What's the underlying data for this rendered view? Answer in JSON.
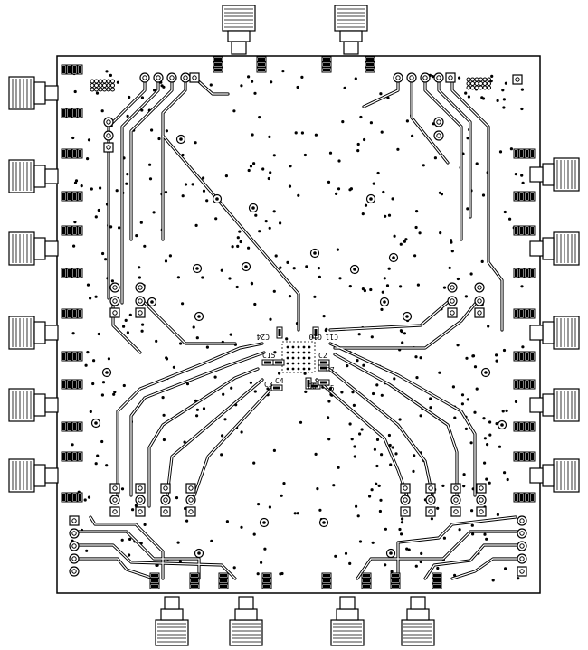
{
  "board": {
    "labels": {
      "c10": "C10",
      "c24": "C24",
      "c11": "C11",
      "c15": "C15",
      "c4": "C4",
      "c3": "C3",
      "c2": "C2",
      "c7": "C7",
      "c6": "C6",
      "c5": "C5"
    }
  },
  "colors": {
    "ink": "#000000",
    "paper": "#ffffff",
    "trace": "#555555"
  }
}
